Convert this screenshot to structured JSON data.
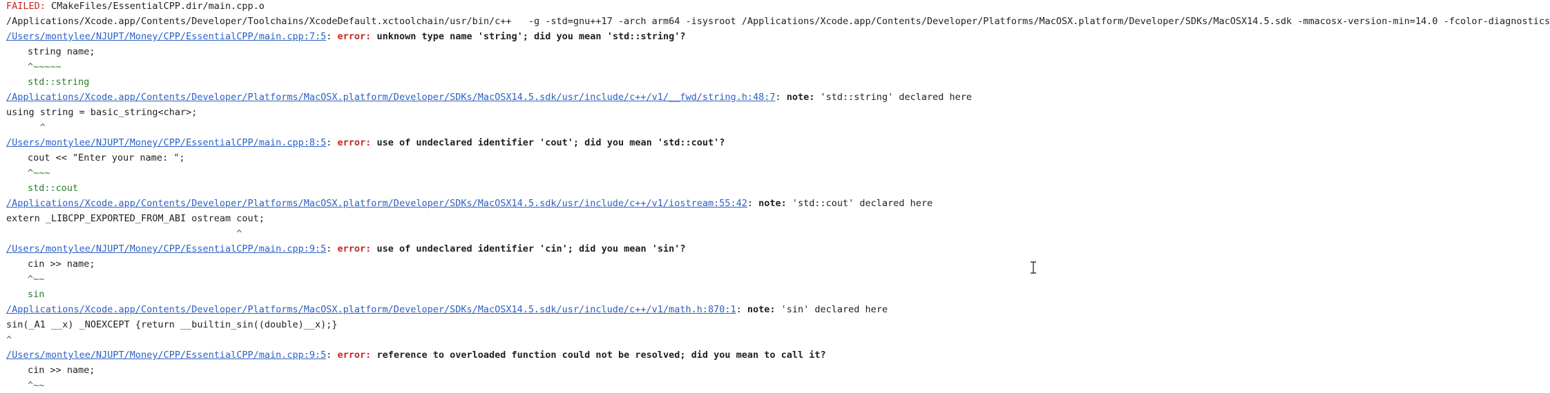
{
  "failed": {
    "label": "FAILED:",
    "target": " CMakeFiles/EssentialCPP.dir/main.cpp.o"
  },
  "command": "/Applications/Xcode.app/Contents/Developer/Toolchains/XcodeDefault.xctoolchain/usr/bin/c++   -g -std=gnu++17 -arch arm64 -isysroot /Applications/Xcode.app/Contents/Developer/Platforms/MacOSX.platform/Developer/SDKs/MacOSX14.5.sdk -mmacosx-version-min=14.0 -fcolor-diagnostics",
  "diagnostics": [
    {
      "location": "/Users/montylee/NJUPT/Money/CPP/EssentialCPP/main.cpp:7:5",
      "sep": ": ",
      "kind": "error:",
      "message": " unknown type name 'string'; did you mean 'std::string'?",
      "code": "string name;",
      "caret": "^~~~~~",
      "fix": "std::string"
    },
    {
      "location": "/Applications/Xcode.app/Contents/Developer/Platforms/MacOSX.platform/Developer/SDKs/MacOSX14.5.sdk/usr/include/c++/v1/__fwd/string.h:48:7",
      "sep": ": ",
      "kind": "note:",
      "message": " 'std::string' declared here",
      "code": "using string = basic_string<char>;",
      "caret": "      ^"
    },
    {
      "location": "/Users/montylee/NJUPT/Money/CPP/EssentialCPP/main.cpp:8:5",
      "sep": ": ",
      "kind": "error:",
      "message": " use of undeclared identifier 'cout'; did you mean 'std::cout'?",
      "code": "cout << \"Enter your name: \";",
      "caret": "^~~~",
      "fix": "std::cout"
    },
    {
      "location": "/Applications/Xcode.app/Contents/Developer/Platforms/MacOSX.platform/Developer/SDKs/MacOSX14.5.sdk/usr/include/c++/v1/iostream:55:42",
      "sep": ": ",
      "kind": "note:",
      "message": " 'std::cout' declared here",
      "code": "extern _LIBCPP_EXPORTED_FROM_ABI ostream cout;",
      "caret": "                                         ^"
    },
    {
      "location": "/Users/montylee/NJUPT/Money/CPP/EssentialCPP/main.cpp:9:5",
      "sep": ": ",
      "kind": "error:",
      "message": " use of undeclared identifier 'cin'; did you mean 'sin'?",
      "code": "cin >> name;",
      "caret": "^~~",
      "fix": "sin"
    },
    {
      "location": "/Applications/Xcode.app/Contents/Developer/Platforms/MacOSX.platform/Developer/SDKs/MacOSX14.5.sdk/usr/include/c++/v1/math.h:870:1",
      "sep": ": ",
      "kind": "note:",
      "message": " 'sin' declared here",
      "code": "sin(_A1 __x) _NOEXCEPT {return __builtin_sin((double)__x);}",
      "caret": "^"
    },
    {
      "location": "/Users/montylee/NJUPT/Money/CPP/EssentialCPP/main.cpp:9:5",
      "sep": ": ",
      "kind": "error:",
      "message": " reference to overloaded function could not be resolved; did you mean to call it?",
      "code": "cin >> name;",
      "caret": "^~~"
    }
  ],
  "colors": {
    "error": "#c4261f",
    "link": "#2b5fc4",
    "fixit": "#2a7a2a",
    "text": "#1f1f1f",
    "background": "#ffffff"
  },
  "icons": {
    "cursor": "text-cursor-icon"
  }
}
